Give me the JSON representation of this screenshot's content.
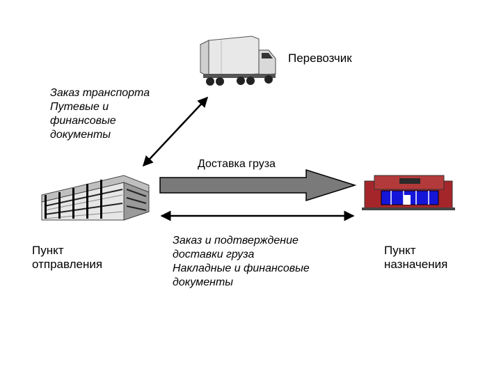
{
  "carrier": {
    "label": "Перевозчик"
  },
  "carrier_docs": {
    "lines": [
      "Заказ транспорта",
      "Путевые и",
      "финансовые",
      "документы"
    ]
  },
  "delivery": {
    "label": "Доставка груза"
  },
  "origin": {
    "lines": [
      "Пункт",
      "отправления"
    ]
  },
  "destination": {
    "lines": [
      "Пункт",
      "назначения"
    ]
  },
  "order_docs": {
    "lines": [
      "Заказ и подтверждение",
      "доставки груза",
      "Накладные и финансовые",
      "документы"
    ]
  },
  "colors": {
    "arrow_fill": "#7a7a7a",
    "arrow_stroke": "#000000",
    "store_brick": "#a5262a",
    "store_window": "#1515d8",
    "truck_body": "#e6e6e6"
  }
}
